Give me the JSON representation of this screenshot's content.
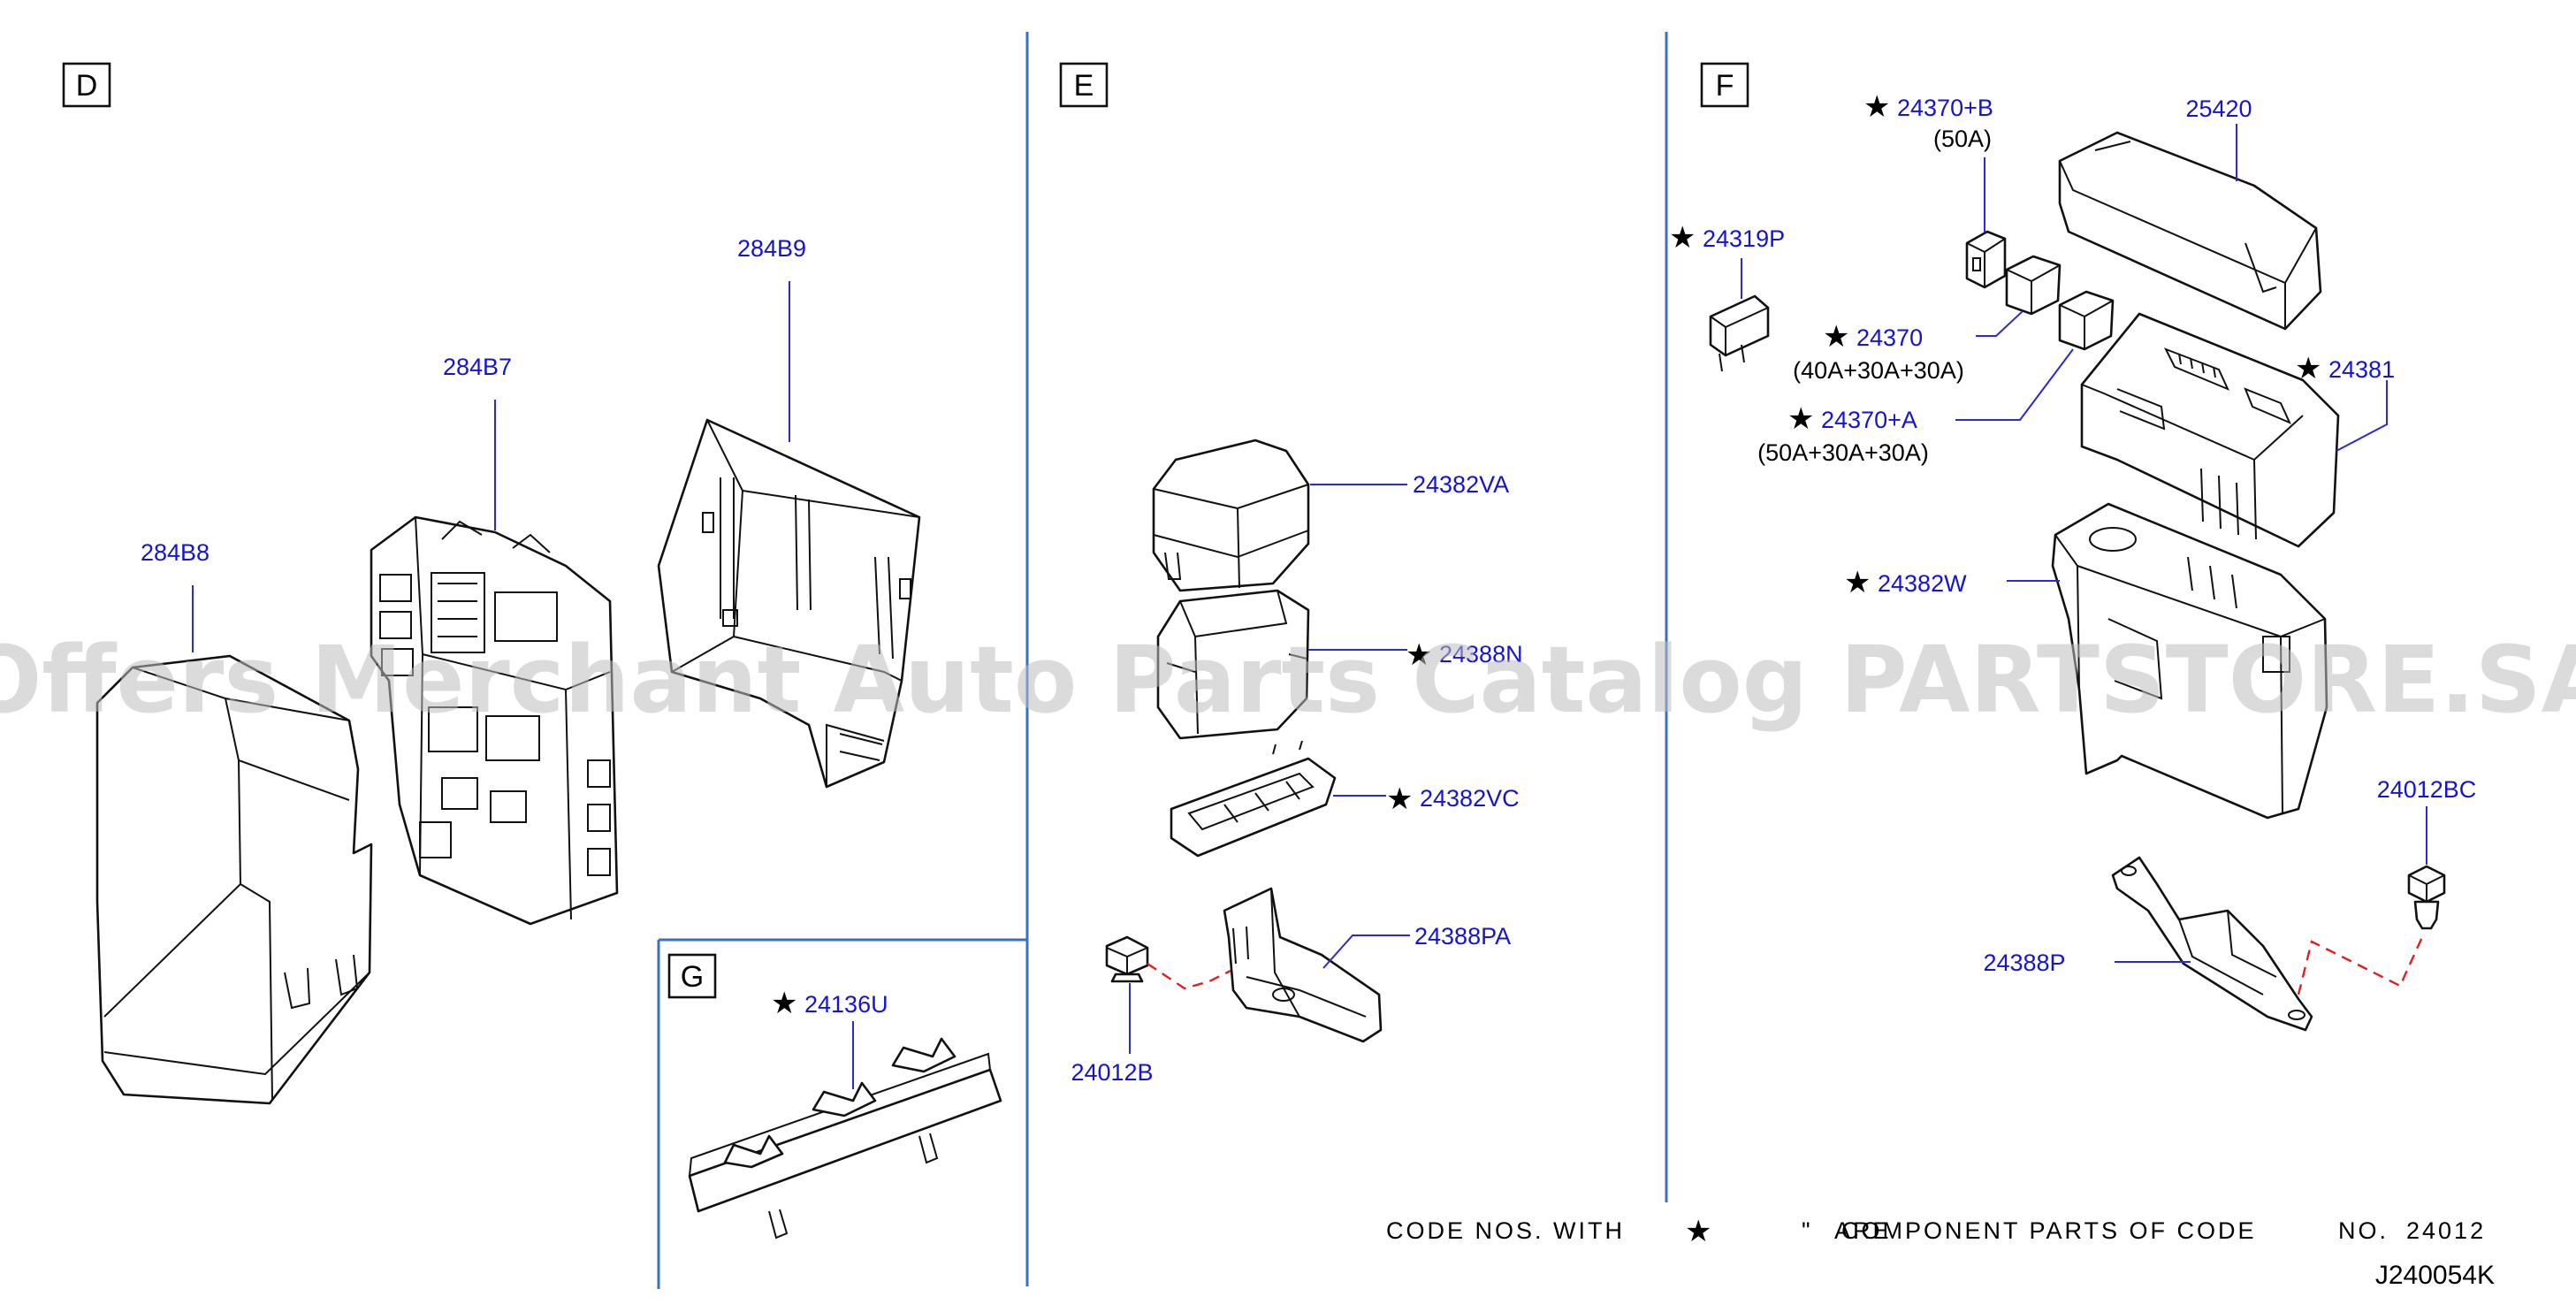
{
  "sections": {
    "d": "D",
    "e": "E",
    "f": "F",
    "g": "G"
  },
  "parts": {
    "p284b8": "284B8",
    "p284b7": "284B7",
    "p284b9": "284B9",
    "p24136u": "24136U",
    "p24382va": "24382VA",
    "p24382vb": "24388N",
    "p24382vc": "24382VC",
    "p24388pa": "24388PA",
    "p24012b": "24012B",
    "p24319p": "24319P",
    "p24370b": "24370+B",
    "p24370b_note": "(50A)",
    "p25420": "25420",
    "p24370": "24370",
    "p24370_note": "(40A+30A+30A)",
    "p24370a": "24370+A",
    "p24370a_note": "(50A+30A+30A)",
    "p24381": "24381",
    "p24382w": "24382W",
    "p24012bc": "24012BC",
    "p24388p": "24388P"
  },
  "footnote": {
    "prefix": "CODE  NOS.  WITH",
    "quote": "\"",
    "overlap": "ARE",
    "suffix": "COMPONENT  PARTS  OF  CODE",
    "no_label": "NO.",
    "no_value": "24012"
  },
  "diagram_code": "J240054K",
  "watermark": "Offers Merchant Auto Parts Catalog PARTSTORE.SA",
  "icons": {
    "marker": "★"
  },
  "colors": {
    "part_label": "#1414d2",
    "divider": "#3a6fc6",
    "leader": "#2a2ad0",
    "dashed_link": "#e02020",
    "watermark": "#bdbdbd"
  }
}
